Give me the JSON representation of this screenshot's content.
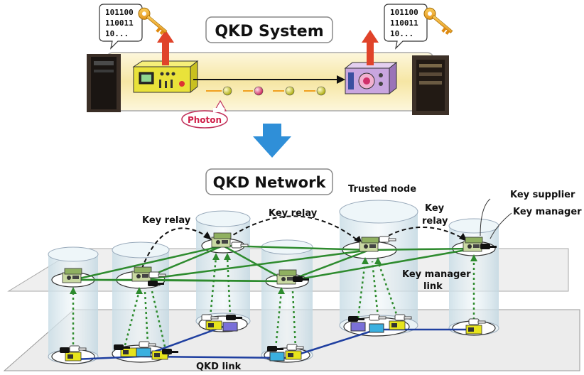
{
  "top": {
    "title": "QKD System",
    "bits_left": [
      "101100",
      "110011",
      "10..."
    ],
    "bits_right": [
      "101100",
      "110011",
      "10..."
    ],
    "photon_label": "Photon"
  },
  "bottom": {
    "title": "QKD Network",
    "trusted_node": "Trusted node",
    "key_relay_1": "Key relay",
    "key_relay_2": "Key relay",
    "key_relay_3a": "Key",
    "key_relay_3b": "relay",
    "key_supplier": "Key supplier",
    "key_manager": "Key manager",
    "km_link_a": "Key manager",
    "km_link_b": "link",
    "qkd_link": "QKD link"
  },
  "colors": {
    "green_link": "#2e8b2e",
    "blue_link": "#1f3fa0",
    "arrow_red": "#e0432a",
    "arrow_blue": "#2f8fd8",
    "system_band": "#fbf1c8"
  }
}
